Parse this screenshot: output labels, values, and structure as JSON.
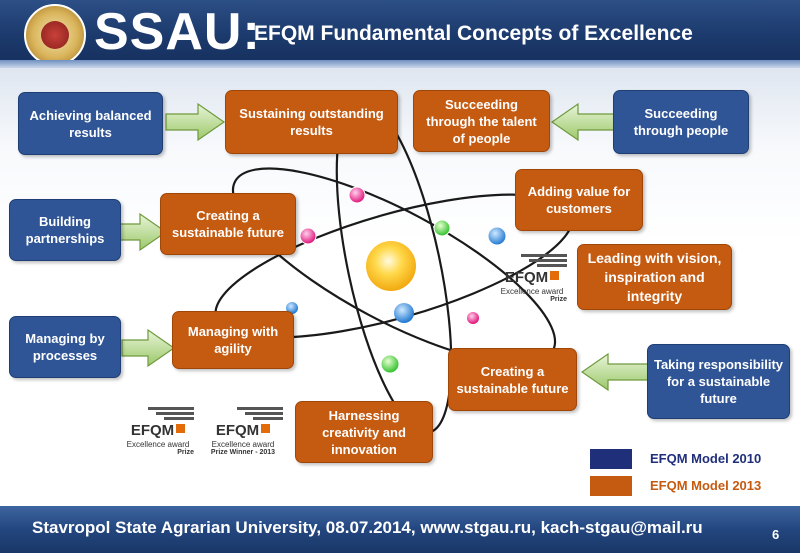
{
  "header": {
    "brand": "SSAU:",
    "subtitle": "EFQM Fundamental Concepts of  Excellence",
    "logo_icon": "university-seal-icon"
  },
  "colors": {
    "model_2010": "#1f2f7a",
    "model_2013": "#c55a11",
    "box_blue": "#2f5596",
    "box_orange": "#c55a11",
    "arrow_green": "#7fb24a"
  },
  "boxes": {
    "achieving_balanced": [
      "Achieving balanced",
      "results"
    ],
    "sustaining_outstanding": [
      "Sustaining outstanding",
      "results"
    ],
    "succeeding_talent": [
      "Succeeding",
      "through the talent",
      "of people"
    ],
    "succeeding_people": [
      "Succeeding",
      "through people"
    ],
    "building_partnerships": [
      "Building",
      "partnerships"
    ],
    "creating_future_1": [
      "Creating a",
      "sustainable future"
    ],
    "adding_value": [
      "Adding value for",
      "customers"
    ],
    "leading_vision": [
      "Leading with vision,",
      "inspiration and",
      "integrity"
    ],
    "managing_processes": [
      "Managing by",
      "processes"
    ],
    "managing_agility": [
      "Managing with",
      "agility"
    ],
    "creating_future_2": [
      "Creating a",
      "sustainable future"
    ],
    "taking_responsibility": [
      "Taking responsibility",
      "for a sustainable",
      "future"
    ],
    "harnessing_creativity": [
      "Harnessing",
      "creativity and",
      "innovation"
    ]
  },
  "logos": {
    "efqm_1": {
      "word": "EFQM",
      "line1": "Excellence award",
      "line2": "Prize"
    },
    "efqm_2": {
      "word": "EFQM",
      "line1": "Excellence award",
      "line2": "Prize"
    },
    "efqm_3": {
      "word": "EFQM",
      "line1": "Excellence award",
      "line2": "Prize Winner - 2013"
    }
  },
  "legend": [
    {
      "label": "EFQM Model 2010",
      "color": "#1f2f7a"
    },
    {
      "label": "EFQM Model 2013",
      "color": "#c55a11"
    }
  ],
  "footer": {
    "text": "Stavropol State Agrarian University, 08.07.2014, www.stgau.ru, kach-stgau@mail.ru",
    "page": "6"
  }
}
